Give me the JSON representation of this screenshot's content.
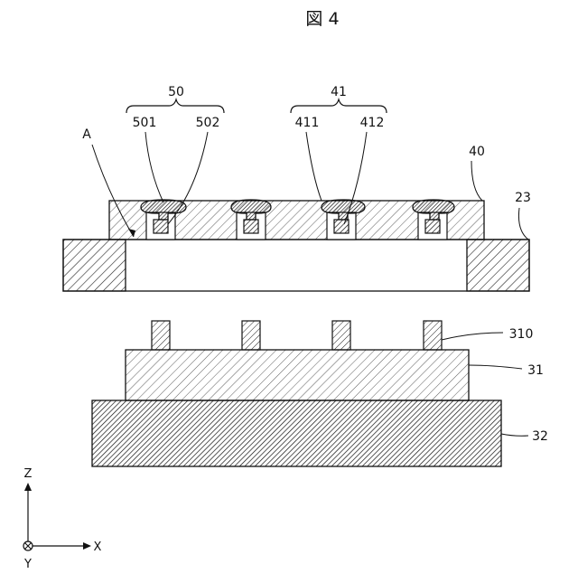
{
  "figure": {
    "title": "図 4"
  },
  "labels": {
    "group_50": "50",
    "group_41": "41",
    "ref_501": "501",
    "ref_502": "502",
    "ref_411": "411",
    "ref_412": "412",
    "ref_A": "A",
    "ref_40": "40",
    "ref_23": "23",
    "ref_310": "310",
    "ref_31": "31",
    "ref_32": "32"
  },
  "axes": {
    "z": "Z",
    "x": "X",
    "y": "Y"
  },
  "colors": {
    "line": "#111111",
    "background": "#ffffff"
  }
}
